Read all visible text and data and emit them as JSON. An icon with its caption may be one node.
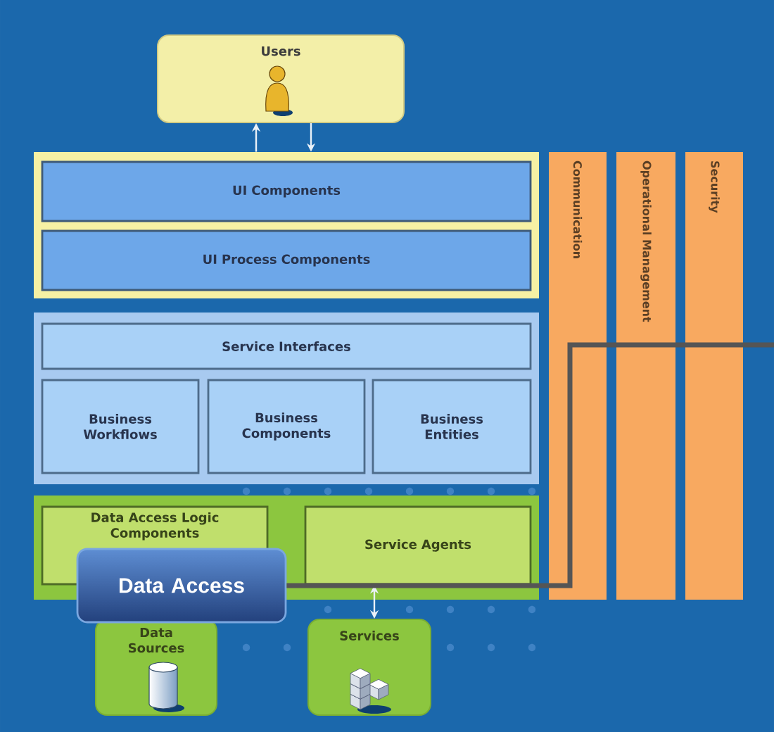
{
  "diagram": {
    "nodes": [
      {
        "text": [
          "Users"
        ]
      },
      {
        "text": [],
        "shape": "box"
      },
      {
        "text": [
          "UI Components"
        ],
        "in": 1
      },
      {
        "text": [
          "UI Process Components"
        ],
        "in": 1
      },
      {
        "text": [],
        "shape": "box"
      },
      {
        "text": [
          "Service Interfaces"
        ],
        "in": 4
      },
      {
        "text": [
          "Business Workflows"
        ],
        "in": 4
      },
      {
        "text": [
          "Business Components"
        ],
        "in": 4
      },
      {
        "text": [
          "Business Entities"
        ],
        "in": 4
      },
      {
        "text": [],
        "shape": "box"
      },
      {
        "text": [
          "Data Access Logic Components"
        ],
        "in": 9
      },
      {
        "text": [
          "Service Agents"
        ],
        "in": 9
      },
      {
        "text": [
          "Communication"
        ]
      },
      {
        "text": [
          "Operational Management"
        ]
      },
      {
        "text": [
          "Security"
        ]
      },
      {
        "text": [
          "Data Sources"
        ]
      },
      {
        "text": [
          "Services"
        ]
      },
      {
        "text": [
          "Data Access"
        ]
      }
    ],
    "edges": [
      {
        "from": 1,
        "to": 0,
        "arrow": "to"
      },
      {
        "from": 0,
        "to": 1,
        "arrow": "to"
      },
      {
        "from": 11,
        "to": 16,
        "arrow": "both"
      },
      {
        "from": 17,
        "to": null,
        "arrow": "none",
        "style": "thick",
        "color": "#555555"
      }
    ]
  }
}
